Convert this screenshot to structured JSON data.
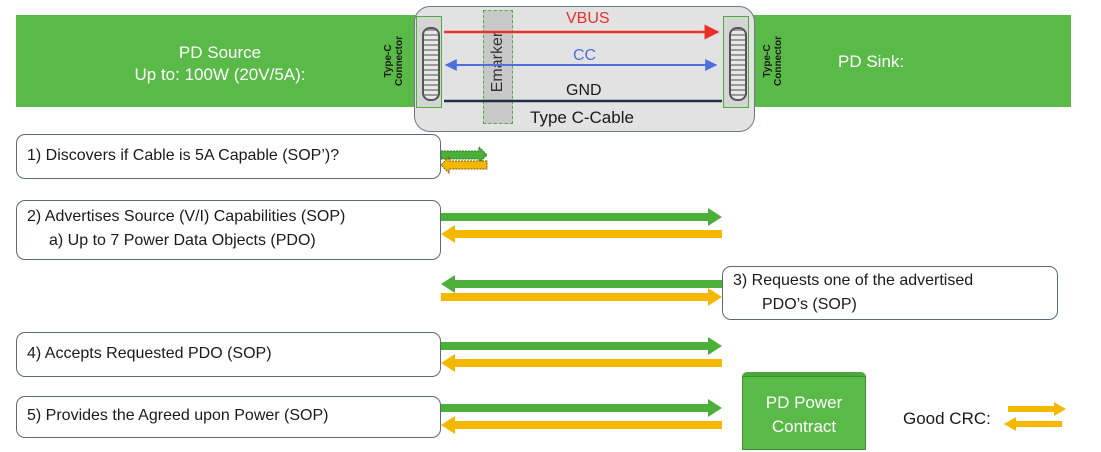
{
  "header": {
    "source_line1": "PD Source",
    "source_line2": "Up to: 100W (20V/5A):",
    "sink": "PD Sink:",
    "connector_line1": "Type-C",
    "connector_line2": "Connector"
  },
  "cable": {
    "vbus": "VBUS",
    "cc": "CC",
    "gnd": "GND",
    "name": "Type C-Cable",
    "emarker": "Emarker"
  },
  "steps": [
    {
      "line1": "1)  Discovers if Cable is 5A Capable (SOP’)?"
    },
    {
      "line1": "2)  Advertises Source (V/I) Capabilities (SOP)",
      "line2": "a)   Up to 7 Power Data Objects (PDO)"
    },
    {
      "line1": "3)  Requests one of the advertised",
      "line2": "PDO’s (SOP)"
    },
    {
      "line1": "4)  Accepts Requested PDO (SOP)"
    },
    {
      "line1": "5)  Provides the Agreed upon Power (SOP)"
    }
  ],
  "contract": {
    "line1": "PD Power",
    "line2": "Contract"
  },
  "legend": {
    "good_crc": "Good CRC:"
  },
  "colors": {
    "banner": "#5aba47",
    "message_arrow": "#4caf3a",
    "goodcrc_arrow": "#f5b800",
    "vbus": "#e8312a",
    "cc": "#4f6fe0",
    "gnd": "#1f3044"
  }
}
